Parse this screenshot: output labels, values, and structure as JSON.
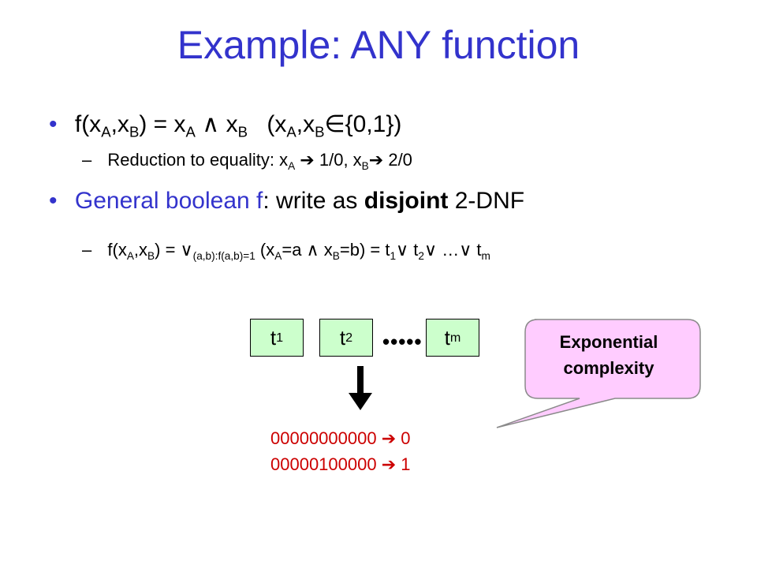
{
  "slide": {
    "title": "Example: ANY function",
    "bullet_symbol": "•",
    "dash_symbol": "–",
    "b1": {
      "f_pre": "f(x",
      "a": "A",
      "c": ",x",
      "b": "B",
      "eq": ") = x",
      "and": "∧",
      "x": "x",
      "paren_open": "(x",
      "in": "∈",
      "set": "{0,1})"
    },
    "b1s": {
      "text": "Reduction to equality: x",
      "a": "A",
      "arrow": "➔",
      "v1": "1/0, x",
      "b": "B",
      "v2": "2/0"
    },
    "b2": {
      "blue_part": "General boolean f",
      "rest": ": write as ",
      "bold": "disjoint",
      "tail": " 2-DNF"
    },
    "b2s": {
      "pre": "f(x",
      "a": "A",
      "c": ",x",
      "b": "B",
      "eq": ") = ",
      "bigor": "∨",
      "sub_cond": "(a,b):f(a,b)=1",
      "p1": " (x",
      "eq_a": "=a ",
      "and": "∧",
      "x": " x",
      "eq_b": "=b) = t",
      "one": "1",
      "or": "∨",
      "t": " t",
      "two": "2",
      "dots": " …",
      "m": "m"
    }
  },
  "diagram": {
    "boxes": [
      {
        "t": "t",
        "sub": "1"
      },
      {
        "t": "t",
        "sub": "2"
      },
      {
        "t": "t",
        "sub": "m"
      }
    ],
    "dots": "•••••",
    "outputs": [
      {
        "bits": "00000000000",
        "arrow": "➔",
        "value": "0"
      },
      {
        "bits": "00000100000",
        "arrow": "➔",
        "value": "1"
      }
    ],
    "callout": {
      "line1": "Exponential",
      "line2": "complexity"
    },
    "colors": {
      "box_fill": "#ccffcc",
      "callout_fill": "#ffccff",
      "title": "#3333cc",
      "output": "#cc0000"
    }
  }
}
